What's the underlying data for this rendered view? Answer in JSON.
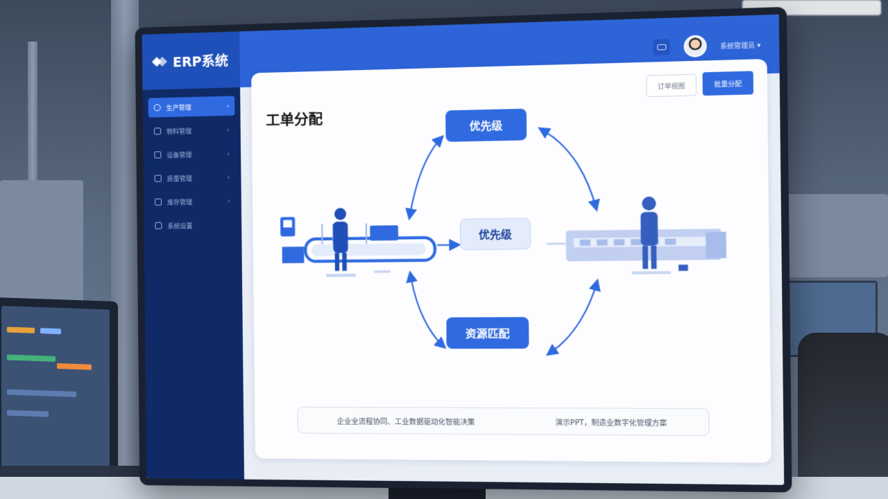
{
  "app": {
    "title": "ERP系统"
  },
  "sidebar": {
    "items": [
      {
        "label": "生产管理",
        "icon": "refresh-icon",
        "active": true
      },
      {
        "label": "物料管理",
        "icon": "box-icon",
        "active": false
      },
      {
        "label": "设备管理",
        "icon": "lock-icon",
        "active": false
      },
      {
        "label": "质量管理",
        "icon": "document-icon",
        "active": false
      },
      {
        "label": "库存管理",
        "icon": "grid-icon",
        "active": false
      },
      {
        "label": "系统设置",
        "icon": "settings-icon",
        "active": false
      }
    ]
  },
  "header": {
    "username": "系统管理员 ▾"
  },
  "page": {
    "title": "工单分配",
    "btn_outline": "订单视图",
    "btn_primary": "批量分配"
  },
  "diagram": {
    "node_top": "优先级",
    "node_center": "优先级",
    "node_bottom": "资源匹配"
  },
  "footer": {
    "left_text": "企业全流程协同、工业数据驱动化智能决策",
    "right_text": "演示PPT，制造业数字化管理方案"
  },
  "colors": {
    "primary": "#2f6ae0",
    "sidebar": "#0f2a66",
    "topbar": "#2d64d8"
  }
}
